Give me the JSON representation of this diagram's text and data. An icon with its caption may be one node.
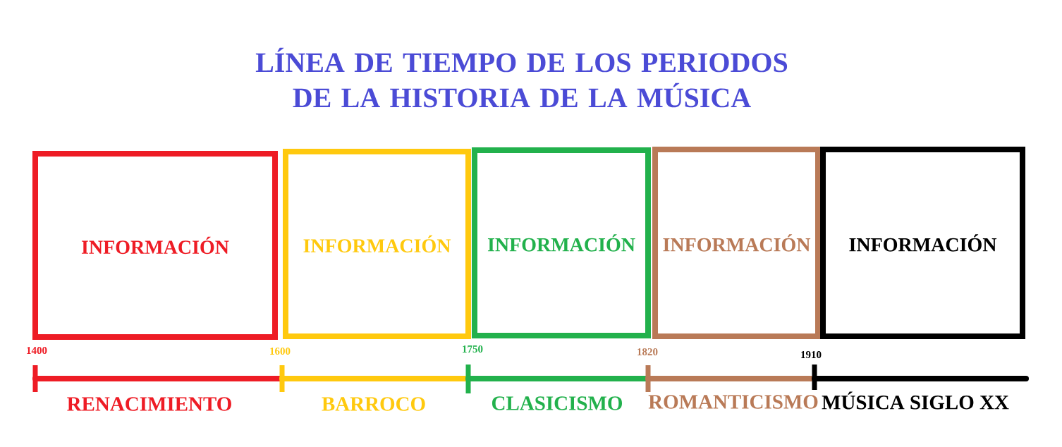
{
  "diagram": {
    "title": "LÍNEA DE TIEMPO DE LOS PERIODOS DE LA HISTORIA DE LA MÚSICA",
    "nodes": [
      {
        "text": [
          "INFORMACIÓN"
        ]
      },
      {
        "text": [
          "INFORMACIÓN"
        ]
      },
      {
        "text": [
          "INFORMACIÓN"
        ]
      },
      {
        "text": [
          "INFORMACIÓN"
        ]
      },
      {
        "text": [
          "INFORMACIÓN"
        ]
      }
    ],
    "labels": [
      "1400",
      "1600",
      "1750",
      "1820",
      "1910",
      "RENACIMIENTO",
      "BARROCO",
      "CLASICISMO",
      "ROMANTICISMO",
      "MÚSICA SIGLO XX"
    ]
  }
}
